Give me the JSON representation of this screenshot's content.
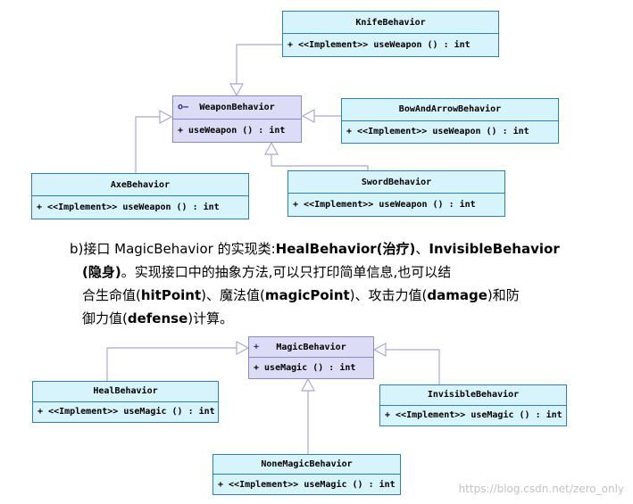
{
  "diagram1": {
    "interface": {
      "icon": "interface-icon",
      "stereotype": "o—",
      "name": "WeaponBehavior",
      "method": "+ useWeapon () : int"
    },
    "implementors": [
      {
        "name": "KnifeBehavior",
        "method": "+ <<Implement>> useWeapon () : int"
      },
      {
        "name": "BowAndArrowBehavior",
        "method": "+ <<Implement>> useWeapon () : int"
      },
      {
        "name": "AxeBehavior",
        "method": "+ <<Implement>> useWeapon () : int"
      },
      {
        "name": "SwordBehavior",
        "method": "+ <<Implement>> useWeapon () : int"
      }
    ]
  },
  "description": {
    "line1_prefix": "b)接口 MagicBehavior 的实现类:",
    "line1_bold": "HealBehavior(治疗)",
    "line1_sep": "、",
    "line1_bold2": "InvisibleBehavior",
    "line2_bold": "(隐身)",
    "line2_rest": "。实现接口中的抽象方法,可以只打印简单信息,也可以结",
    "line3_a": "合生命值(",
    "line3_b": "hitPoint",
    "line3_c": ")、魔法值(",
    "line3_d": "magicPoint",
    "line3_e": ")、攻击力值(",
    "line3_f": "damage",
    "line3_g": ")和防",
    "line4_a": "御力值(",
    "line4_b": "defense",
    "line4_c": ")计算。"
  },
  "diagram2": {
    "interface": {
      "stereotype": "+",
      "name": "MagicBehavior",
      "method": "+ useMagic () : int"
    },
    "implementors": [
      {
        "name": "HealBehavior",
        "method": "+ <<Implement>> useMagic () : int"
      },
      {
        "name": "InvisibleBehavior",
        "method": "+ <<Implement>> useMagic () : int"
      },
      {
        "name": "NoneMagicBehavior",
        "method": "+ <<Implement>> useMagic () : int"
      }
    ]
  },
  "watermark": "https://blog.csdn.net/zero_only",
  "colors": {
    "line": "#a9a9d6",
    "class_border": "#2f7fb7",
    "class_fill": "#d7f3fb",
    "iface_fill": "#dcdcf6",
    "iface_border": "#8a8acb"
  }
}
